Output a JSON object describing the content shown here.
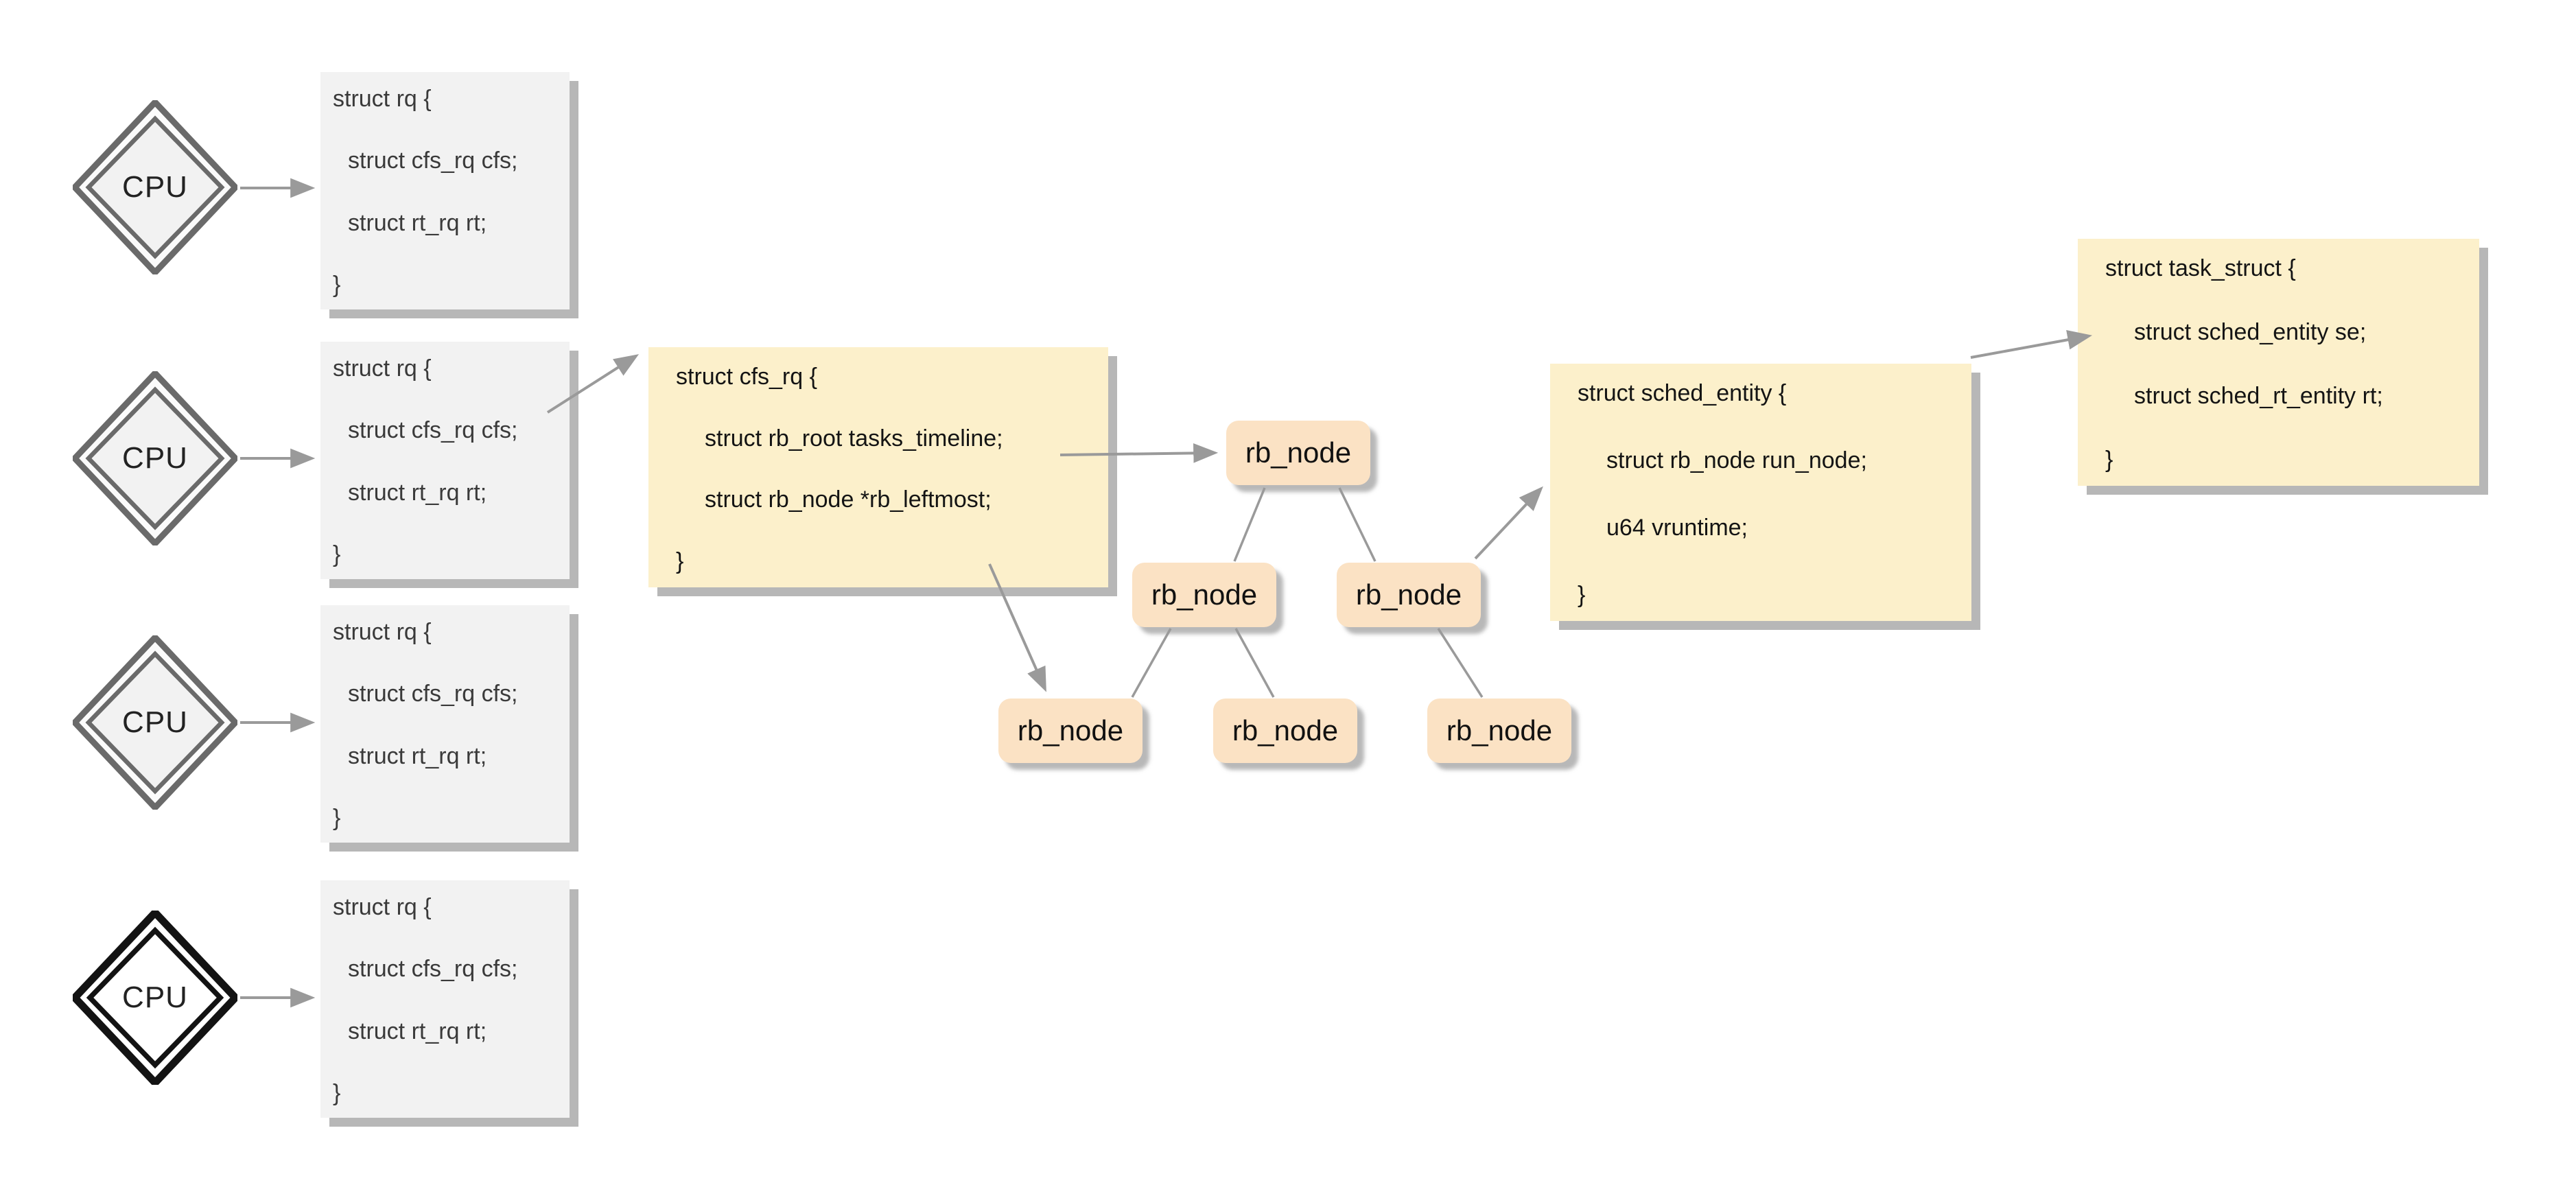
{
  "canvas": {
    "background": "#ffffff"
  },
  "colors": {
    "struct_gray_fill": "#f2f2f2",
    "struct_yellow_fill": "#fcf0cb",
    "node_fill": "#fbe2c4",
    "box_shadow": "#b7b7b7",
    "connector": "#9a9a9a",
    "diamond_gray_stroke": "#6a6a6a",
    "diamond_black_stroke": "#131313",
    "text_gray_box": "#3a3a3a",
    "text_yellow_box": "#141414"
  },
  "cpu": {
    "label": "CPU"
  },
  "structs": {
    "rq": {
      "title": "struct rq {",
      "fields": [
        "struct cfs_rq cfs;",
        "struct rt_rq rt;"
      ],
      "close": "}"
    },
    "cfs_rq": {
      "title": "struct cfs_rq {",
      "fields": [
        "struct rb_root tasks_timeline;",
        "struct rb_node *rb_leftmost;"
      ],
      "close": "}"
    },
    "sched_entity": {
      "title": "struct sched_entity {",
      "fields": [
        "struct rb_node run_node;",
        "u64 vruntime;"
      ],
      "close": "}"
    },
    "task_struct": {
      "title": "struct task_struct {",
      "fields": [
        "struct sched_entity se;",
        "struct sched_rt_entity rt;"
      ],
      "close": "}"
    }
  },
  "tree": {
    "node_label": "rb_node"
  }
}
